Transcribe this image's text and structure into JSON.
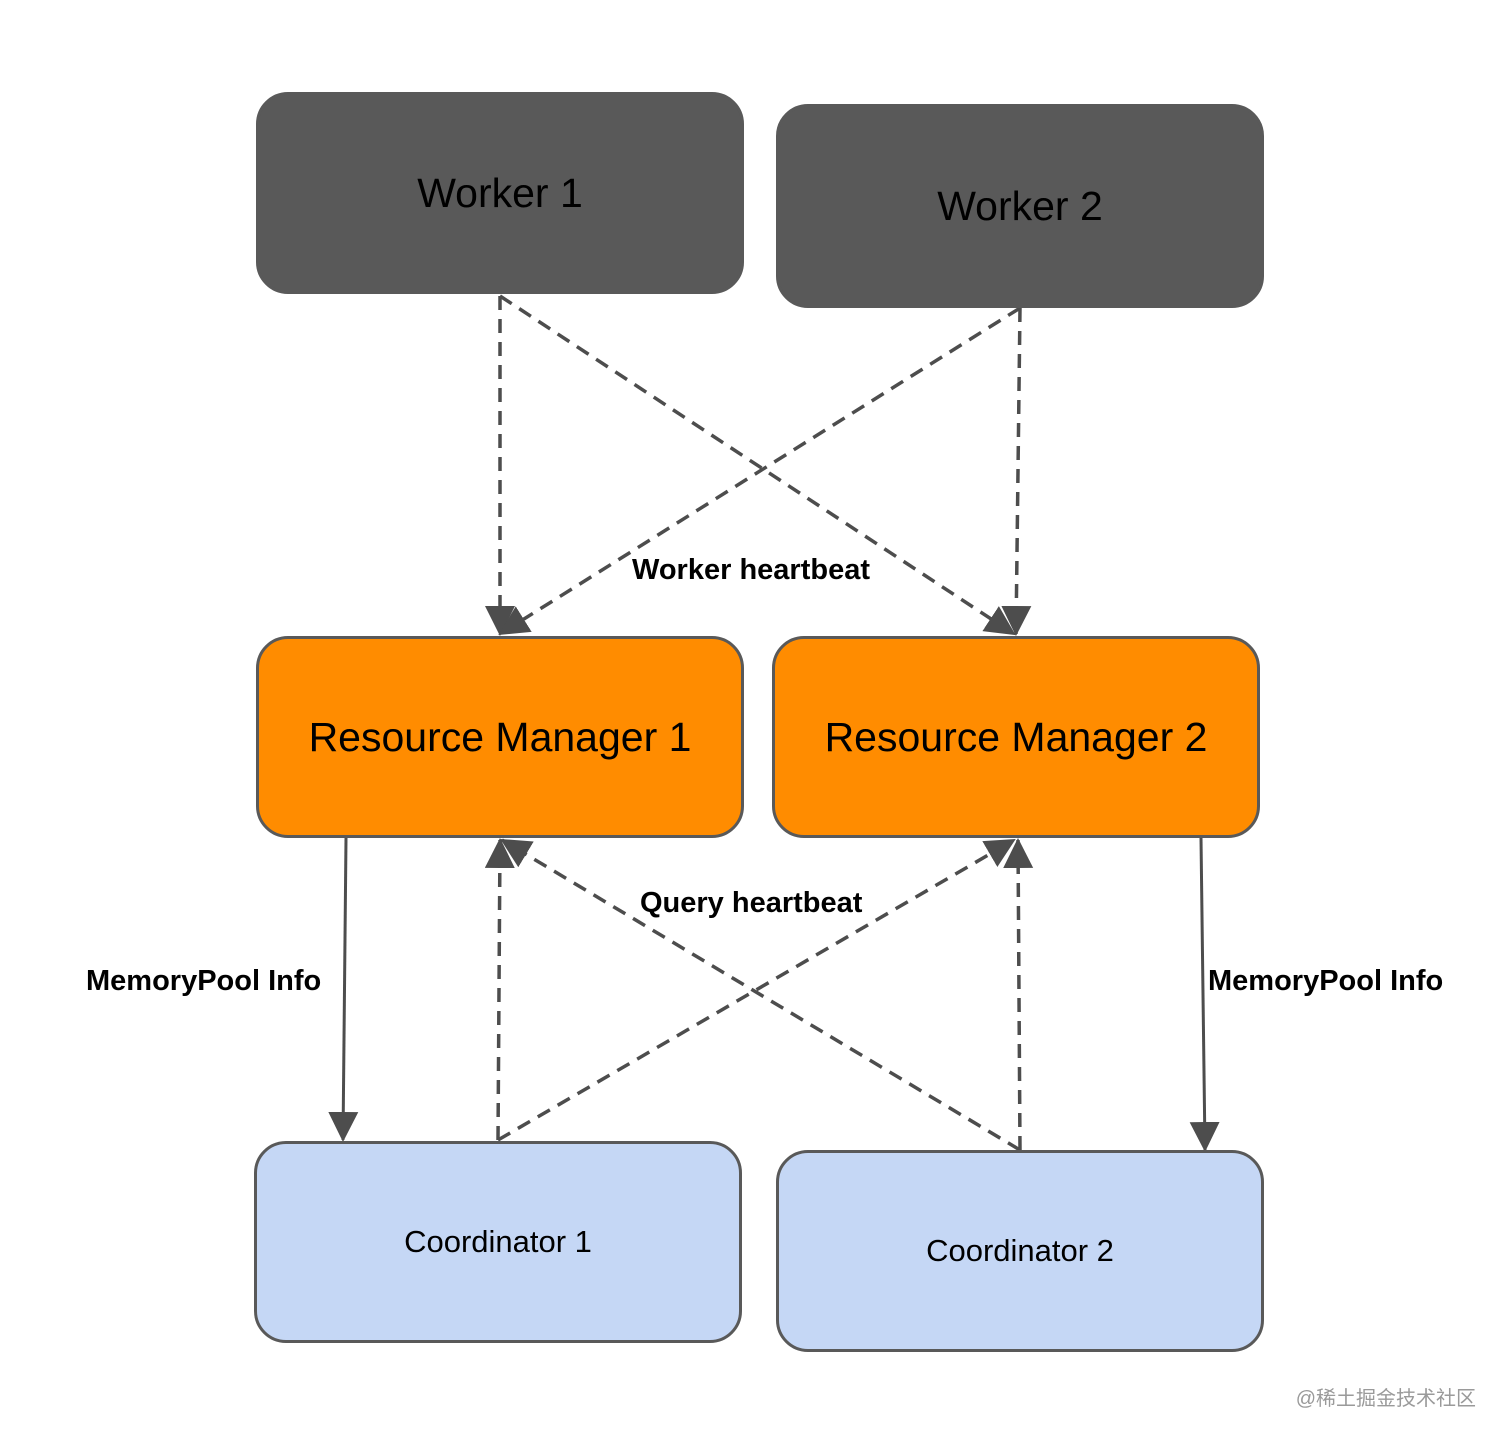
{
  "nodes": {
    "worker1": "Worker 1",
    "worker2": "Worker 2",
    "rm1": "Resource Manager 1",
    "rm2": "Resource Manager 2",
    "coord1": "Coordinator 1",
    "coord2": "Coordinator 2"
  },
  "labels": {
    "worker_heartbeat": "Worker heartbeat",
    "query_heartbeat": "Query heartbeat",
    "memorypool_left": "MemoryPool Info",
    "memorypool_right": "MemoryPool Info"
  },
  "watermark": "@稀土掘金技术社区",
  "colors": {
    "worker": "#595959",
    "resource_manager": "#ff8c00",
    "coordinator": "#c5d7f5",
    "edge": "#595959"
  }
}
